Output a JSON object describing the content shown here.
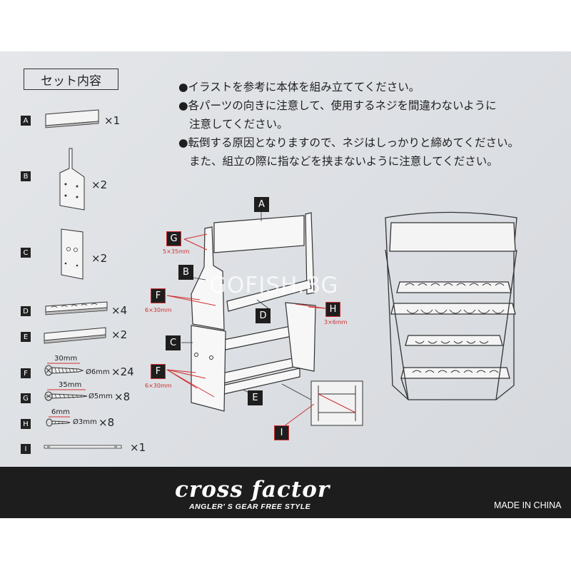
{
  "set_contents": {
    "title": "セット内容",
    "parts": [
      {
        "letter": "A",
        "qty": "×1"
      },
      {
        "letter": "B",
        "qty": "×2"
      },
      {
        "letter": "C",
        "qty": "×2"
      },
      {
        "letter": "D",
        "qty": "×4"
      },
      {
        "letter": "E",
        "qty": "×2"
      },
      {
        "letter": "F",
        "qty": "×24",
        "length": "30mm",
        "diameter": "Ø6mm"
      },
      {
        "letter": "G",
        "qty": "×8",
        "length": "35mm",
        "diameter": "Ø5mm"
      },
      {
        "letter": "H",
        "qty": "×8",
        "length": "6mm",
        "diameter": "Ø3mm"
      },
      {
        "letter": "I",
        "qty": "×1"
      }
    ]
  },
  "instructions": {
    "line1": "●イラストを参考に本体を組み立ててください。",
    "line2": "●各パーツの向きに注意して、使用するネジを間違わないように",
    "line3": "注意してください。",
    "line4": "●転倒する原因となりますので、ネジはしっかりと締めてください。",
    "line5": "また、組立の際に指などを挟まないように注意してください。"
  },
  "diagram": {
    "labels": {
      "A": "A",
      "B": "B",
      "C": "C",
      "D": "D",
      "E": "E",
      "F_top": "F",
      "F_bottom": "F",
      "G": "G",
      "H": "H",
      "I": "I"
    },
    "screw_sizes": {
      "G": "5×35mm",
      "F_top": "6×30mm",
      "F_bottom": "6×30mm",
      "H": "3×6mm"
    }
  },
  "watermark": "GOFISH.BG",
  "footer": {
    "brand": "cross factor",
    "tagline": "ANGLER' S GEAR FREE STYLE",
    "origin": "MADE IN CHINA"
  },
  "colors": {
    "sheet": "#dcdfe3",
    "footer": "#1d1d1d",
    "label_bg": "#1e1e1e",
    "screw_callout": "#d03030"
  }
}
